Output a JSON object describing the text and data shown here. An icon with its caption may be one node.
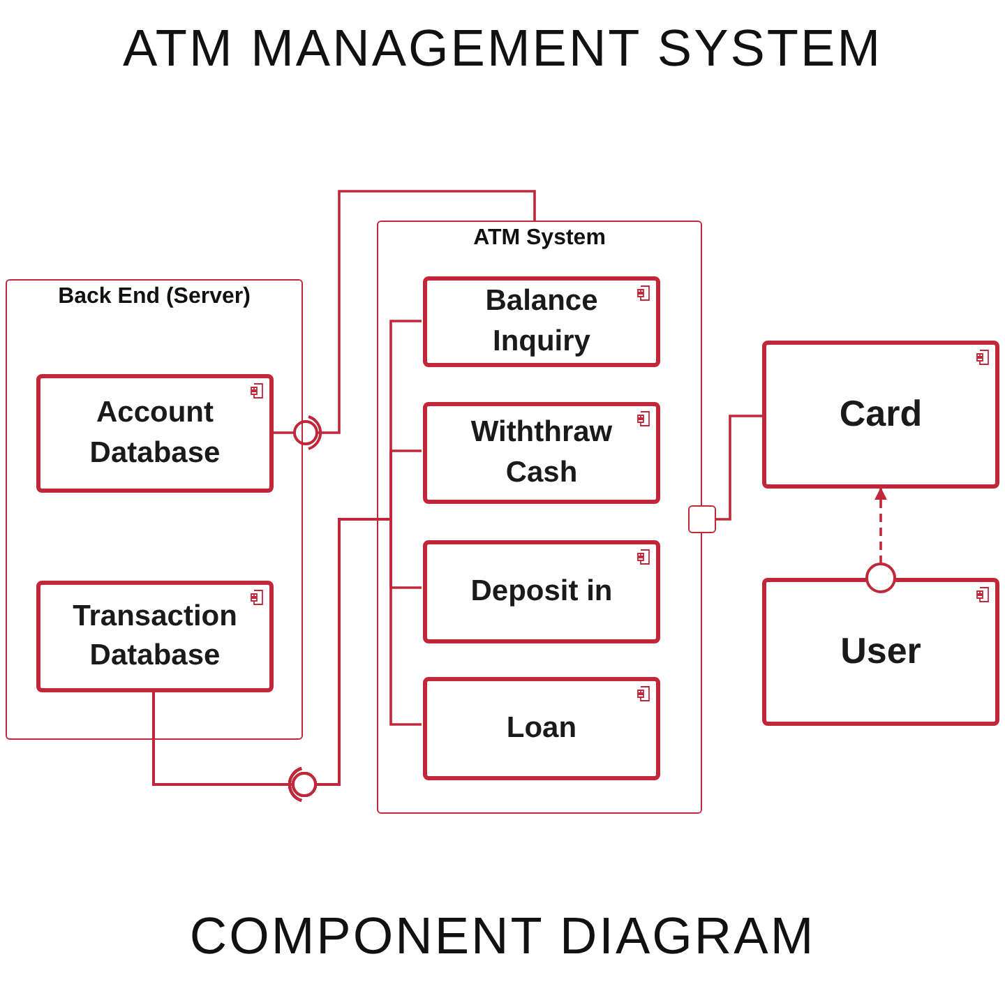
{
  "diagram": {
    "title": "ATM MANAGEMENT SYSTEM",
    "caption": "COMPONENT DIAGRAM",
    "nodes": [
      {
        "text": [
          "Back End (Server)"
        ]
      },
      {
        "text": [
          "Account Database"
        ],
        "in": 0
      },
      {
        "text": [
          "Transaction Database"
        ],
        "in": 0
      },
      {
        "text": [
          "ATM System"
        ]
      },
      {
        "text": [
          "Balance Inquiry"
        ],
        "in": 3
      },
      {
        "text": [
          "Withthraw Cash"
        ],
        "in": 3
      },
      {
        "text": [
          "Deposit in"
        ],
        "in": 3
      },
      {
        "text": [
          "Loan"
        ],
        "in": 3
      },
      {
        "text": [],
        "shape": "box"
      },
      {
        "text": [
          "Card"
        ]
      },
      {
        "text": [
          "User"
        ]
      }
    ],
    "edges": [
      {
        "from": 1,
        "to": 3,
        "arrow": "other"
      },
      {
        "from": 4,
        "to": 2,
        "arrow": "other"
      },
      {
        "from": 5,
        "to": 2,
        "arrow": "other"
      },
      {
        "from": 6,
        "to": 2,
        "arrow": "other"
      },
      {
        "from": 7,
        "to": 2,
        "arrow": "other"
      },
      {
        "from": 8,
        "to": 9,
        "arrow": "none"
      },
      {
        "from": 10,
        "to": 9,
        "arrow": "to",
        "style": "dashed"
      }
    ]
  }
}
